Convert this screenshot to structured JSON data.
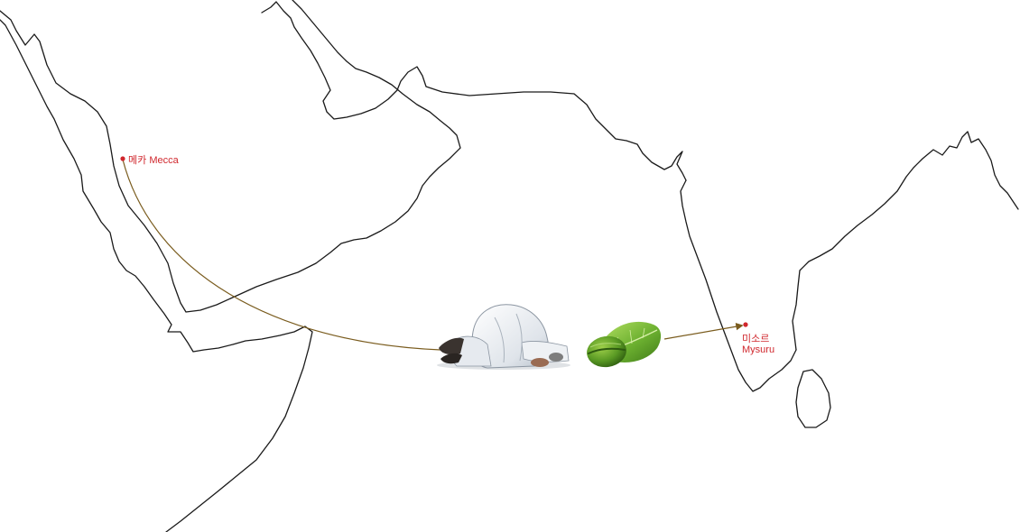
{
  "places": {
    "mecca": {
      "name_ko": "메카",
      "name_en": "Mecca"
    },
    "mysuru": {
      "name_ko": "미소르",
      "name_en": "Mysuru"
    }
  },
  "colors": {
    "coastline": "#1a1a1a",
    "route": "#7a5c1e",
    "city_marker": "#d0272d",
    "label": "#d0272d",
    "background": "#ffffff"
  },
  "icons": {
    "pilgrim": "praying-pilgrim-icon",
    "coffee": "green-coffee-bean-icon"
  }
}
